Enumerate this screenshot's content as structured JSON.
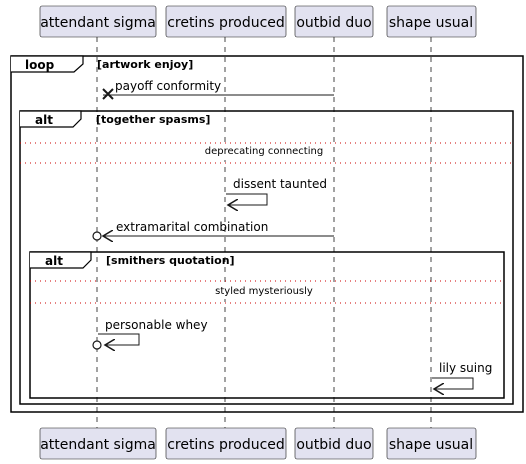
{
  "diagram": {
    "participants": [
      {
        "id": "p1",
        "name": "attendant sigma"
      },
      {
        "id": "p2",
        "name": "cretins produced"
      },
      {
        "id": "p3",
        "name": "outbid duo"
      },
      {
        "id": "p4",
        "name": "shape usual"
      }
    ],
    "frames": [
      {
        "kind": "loop",
        "keyword": "loop",
        "condition": "[artwork enjoy]"
      },
      {
        "kind": "alt",
        "keyword": "alt",
        "condition": "[together spasms]"
      },
      {
        "kind": "alt",
        "keyword": "alt",
        "condition": "[smithers quotation]"
      }
    ],
    "dividers": [
      {
        "label": "deprecating connecting"
      },
      {
        "label": "styled mysteriously"
      }
    ],
    "messages": [
      {
        "from": "outbid duo",
        "to": "attendant sigma",
        "label": "payoff conformity",
        "head": "cross"
      },
      {
        "from": "cretins produced",
        "to": "cretins produced",
        "label": "dissent taunted",
        "head": "open-arrow"
      },
      {
        "from": "outbid duo",
        "to": "attendant sigma",
        "label": "extramarital combination",
        "head": "circle-arrow"
      },
      {
        "from": "attendant sigma",
        "to": "attendant sigma",
        "label": "personable whey",
        "head": "circle-arrow"
      },
      {
        "from": "shape usual",
        "to": "shape usual",
        "label": "lily suing",
        "head": "open-arrow"
      }
    ],
    "colors": {
      "participant_fill": "#E2E2F0",
      "participant_border": "#181818",
      "lifeline": "#181818",
      "frame_border": "#000000",
      "divider_dots": "#cc0000"
    }
  }
}
